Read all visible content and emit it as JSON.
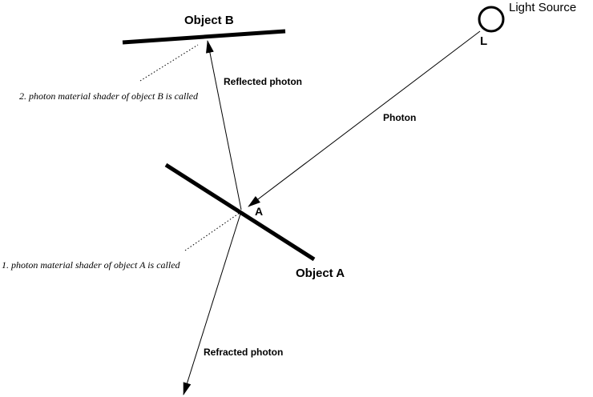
{
  "labels": {
    "light_source": "Light Source",
    "light_point": "L",
    "photon": "Photon",
    "point_a": "A",
    "object_a": "Object A",
    "object_b": "Object B",
    "reflected": "Reflected photon",
    "refracted": "Refracted photon",
    "note_a": "1. photon material shader of object A is called",
    "note_b": "2. photon material shader of object B is called"
  },
  "colors": {
    "ink": "#000000",
    "background": "#ffffff"
  }
}
